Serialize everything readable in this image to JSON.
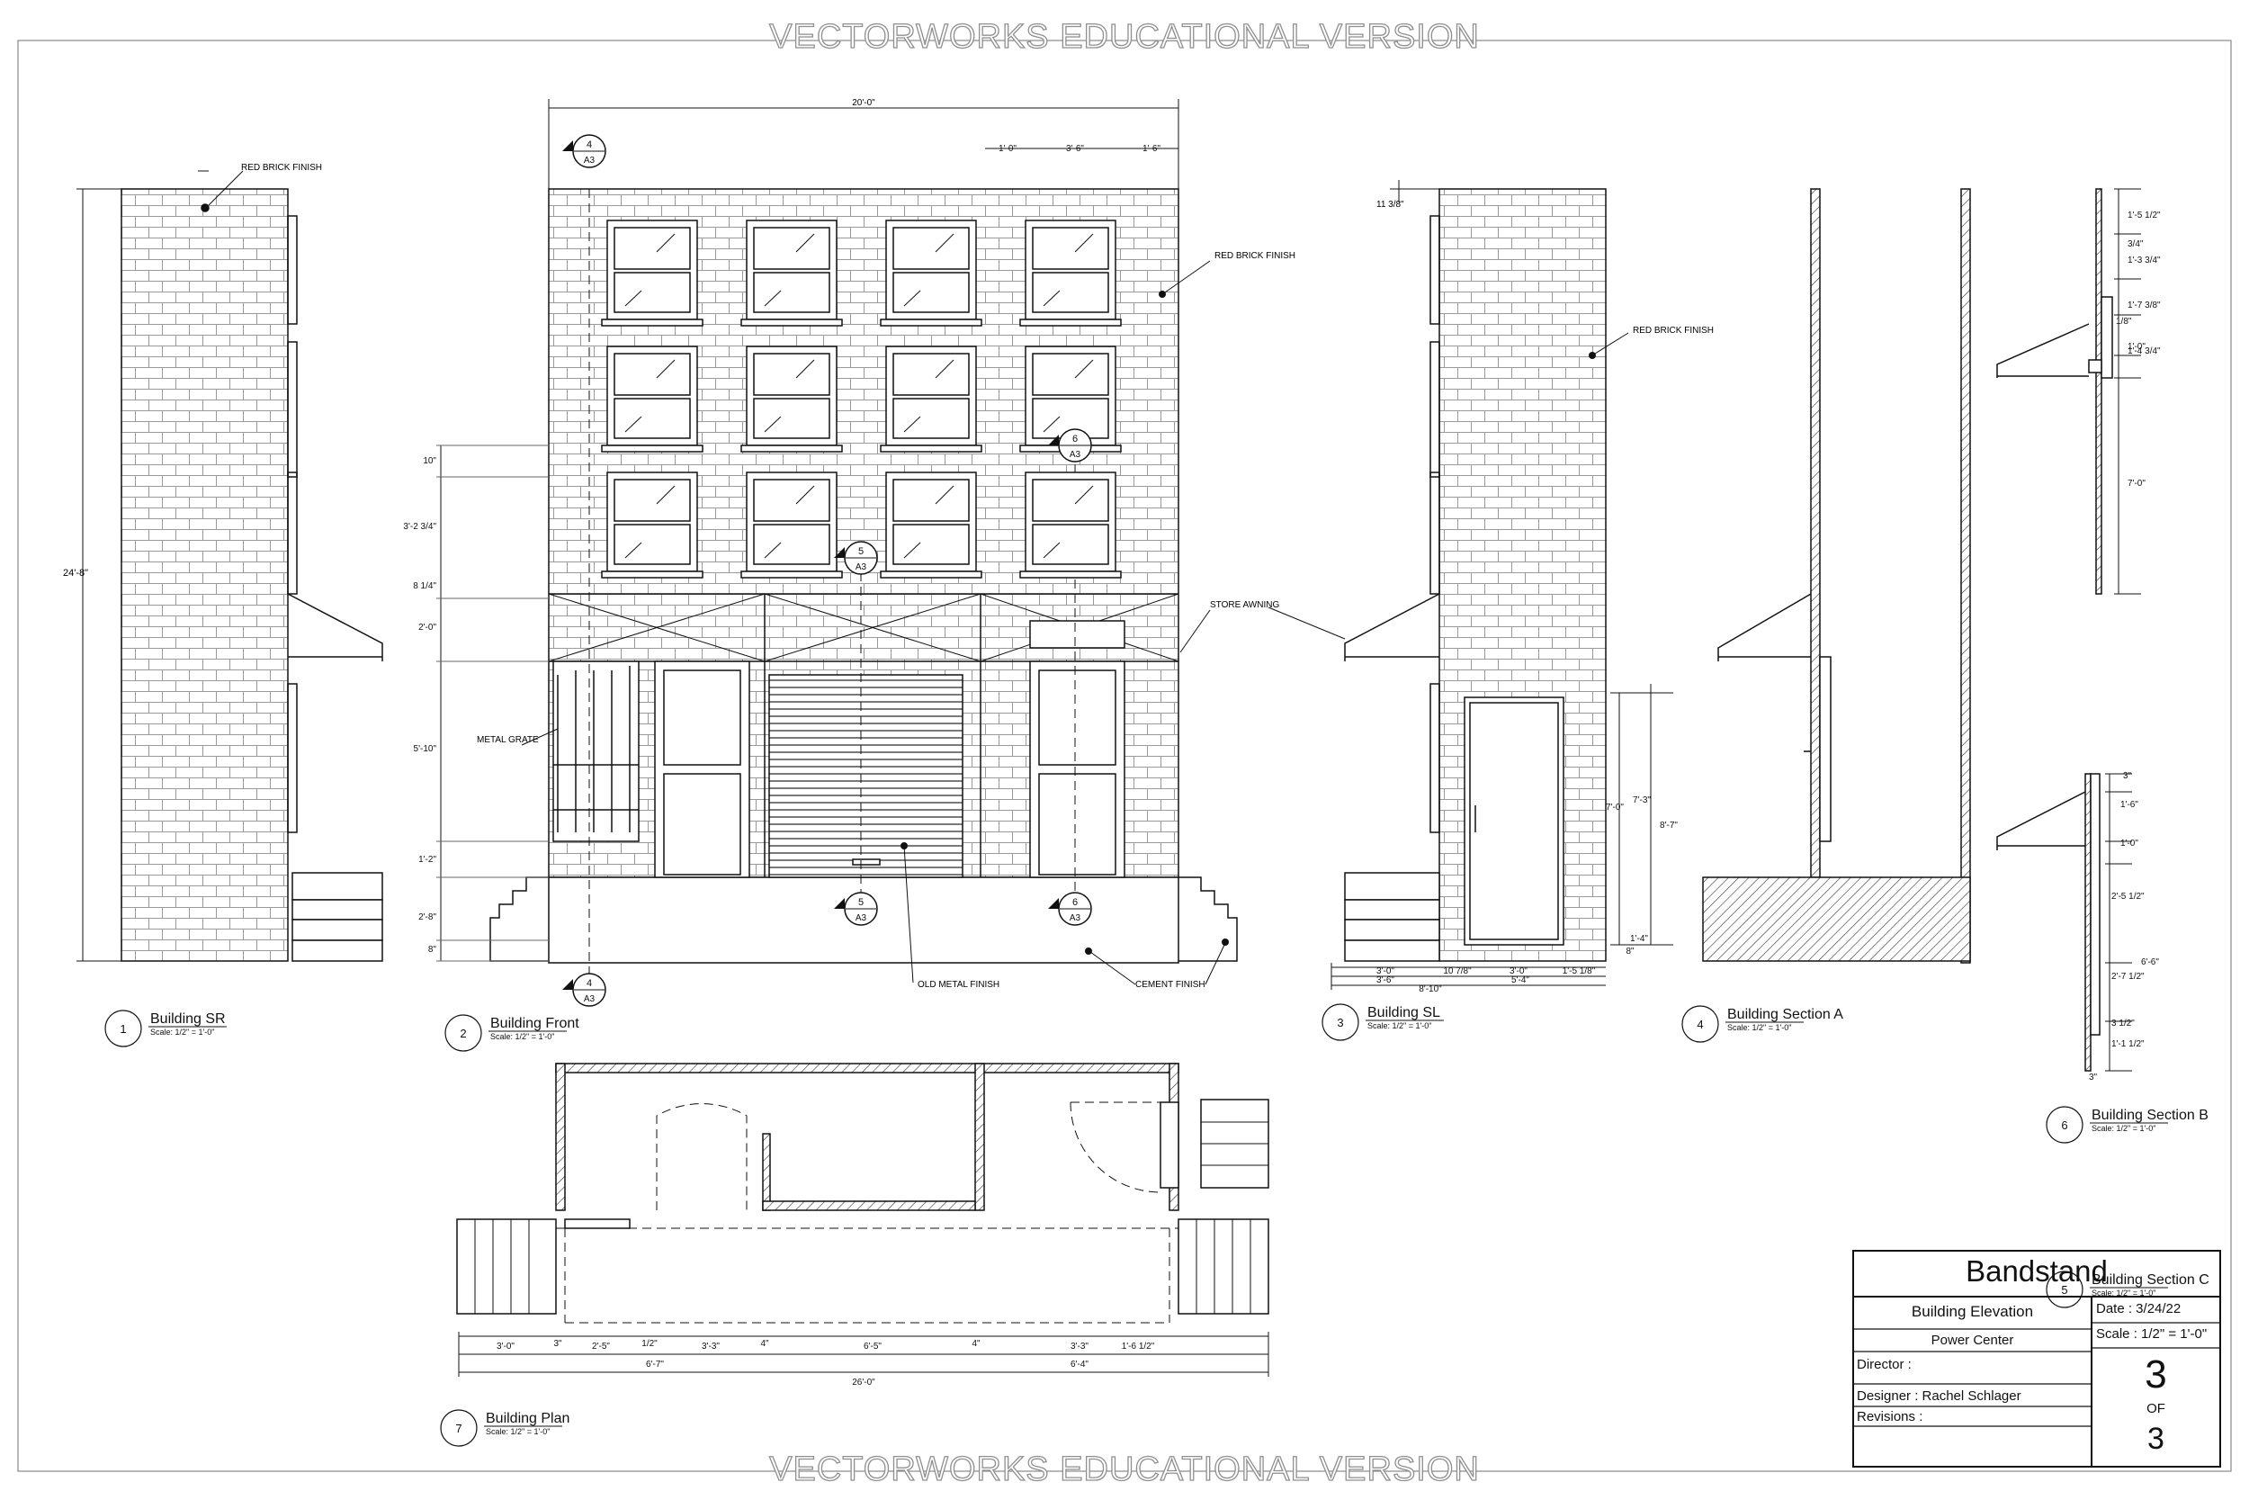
{
  "watermark": "VECTORWORKS EDUCATIONAL VERSION",
  "finishes": {
    "red_brick_sr": "RED  BRICK FINISH",
    "red_brick_front": "RED BRICK FINISH",
    "red_brick_sl": "RED  BRICK FINISH",
    "store_awning": "STORE AWNING",
    "metal_grate": "METAL GRATE",
    "old_metal": "OLD METAL FINISH",
    "cement": "CEMENT FINISH"
  },
  "views": [
    {
      "number": "1",
      "title": "Building SR",
      "scale": "Scale: 1/2\" = 1'-0\""
    },
    {
      "number": "2",
      "title": "Building Front",
      "scale": "Scale: 1/2\" = 1'-0\""
    },
    {
      "number": "3",
      "title": "Building SL",
      "scale": "Scale: 1/2\" = 1'-0\""
    },
    {
      "number": "4",
      "title": "Building Section A",
      "scale": "Scale: 1/2\" = 1'-0\""
    },
    {
      "number": "5",
      "title": "Building Section C",
      "scale": "Scale: 1/2\" = 1'-0\""
    },
    {
      "number": "6",
      "title": "Building Section B",
      "scale": "Scale: 1/2\" = 1'-0\""
    },
    {
      "number": "7",
      "title": "Building Plan",
      "scale": "Scale: 1/2\" = 1'-0\""
    }
  ],
  "section_markers": [
    {
      "num": "4",
      "sheet": "A3"
    },
    {
      "num": "6",
      "sheet": "A3"
    },
    {
      "num": "5",
      "sheet": "A3"
    },
    {
      "num": "5",
      "sheet": "A3"
    },
    {
      "num": "6",
      "sheet": "A3"
    },
    {
      "num": "4",
      "sheet": "A3"
    }
  ],
  "dimensions": {
    "sr_height": "24'-8\"",
    "front_width": "20'-0\"",
    "front_top": [
      "1'-0\"",
      "3'-6\"",
      "1'-6\""
    ],
    "front_left": [
      "10\"",
      "3'-2 3/4\"",
      "8 1/4\"",
      "2'-0\"",
      "5'-10\"",
      "1'-2\"",
      "2'-8\"",
      "8\""
    ],
    "sl_top": "11 3/8\"",
    "sl_right": [
      "7'-0\"",
      "7'-3\"",
      "8'-7\"",
      "1'-4\"",
      "8\""
    ],
    "sl_bottom_row1": [
      "3'-0\"",
      "10 7/8\"",
      "3'-0\"",
      "1'-5 1/8\""
    ],
    "sl_bottom_row2": [
      "3'-6\"",
      "5'-4\""
    ],
    "sl_bottom_total": "8'-10\"",
    "sec_c": [
      "1'-5 1/2\"",
      "3/4\"",
      "1'-3 3/4\"",
      "1'-7 3/8\"",
      "1/8\"",
      "1'-0\"",
      "1'-4 3/4\"",
      "7'-0\""
    ],
    "sec_b": [
      "3\"",
      "1'-6\"",
      "1'-0\"",
      "2'-5 1/2\"",
      "6'-6\"",
      "2'-7 1/2\"",
      "3 1/2\"",
      "1'-1 1/2\"",
      "3\""
    ],
    "plan_row1": [
      "3'-0\"",
      "3\"",
      "2'-5\"",
      "1/2\"",
      "3'-3\"",
      "4\"",
      "6'-5\"",
      "4\"",
      "3'-3\"",
      "1'-6 1/2\""
    ],
    "plan_row2": [
      "6'-7\"",
      "6'-4\""
    ],
    "plan_total": "26'-0\""
  },
  "title_block": {
    "project": "Bandstand",
    "sheet_title": "Building Elevation",
    "client": "Power Center",
    "date": "Date : 3/24/22",
    "scale": "Scale : 1/2\" = 1'-0\"",
    "director": "Director :",
    "designer": "Designer :  Rachel Schlager",
    "revisions": "Revisions :",
    "sheet_no": "3",
    "of": "OF",
    "total": "3"
  }
}
